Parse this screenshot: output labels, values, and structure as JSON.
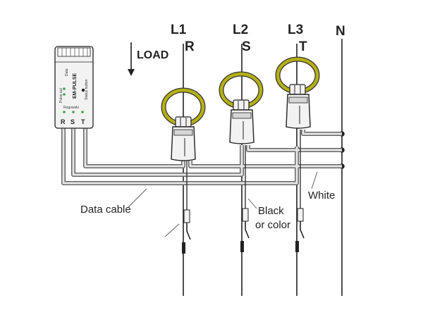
{
  "phases": [
    {
      "line": "L1",
      "letter": "R"
    },
    {
      "line": "L2",
      "letter": "S"
    },
    {
      "line": "L3",
      "letter": "T"
    }
  ],
  "neutral": "N",
  "load_label": "LOAD",
  "notes": {
    "data_cable": "Data cable",
    "black_or_color_1": "Black",
    "black_or_color_2": "or color",
    "white": "White"
  },
  "device": {
    "brand": "EM-PULSE",
    "button_label": "Status button",
    "side_labels": [
      "Data",
      "Pulse out"
    ],
    "bottom_label": "Rogowski",
    "phase_marks": [
      "R",
      "S",
      "T"
    ]
  },
  "colors": {
    "rogowski_coil": "#b5b014",
    "wire": "#222222",
    "cable_outer": "#666666",
    "cable_fill": "#e6e6e6",
    "device_body": "#f2f2f2",
    "led": "#3aa54a"
  }
}
